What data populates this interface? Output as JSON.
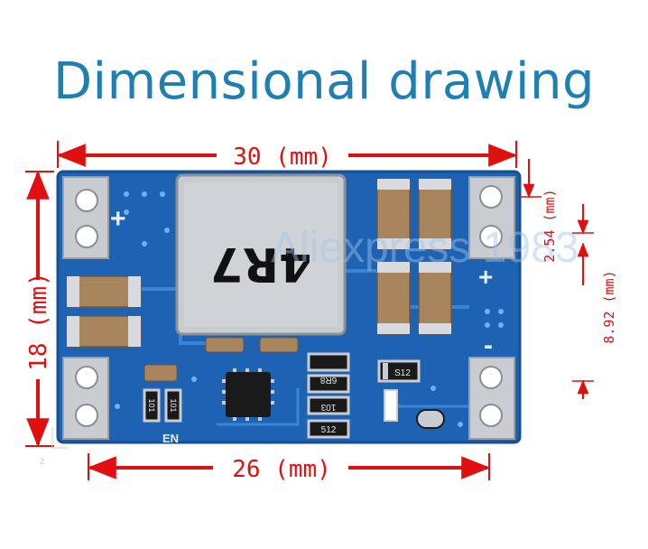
{
  "title": "Dimensional drawing",
  "dimensions": {
    "top_width": "30 (mm)",
    "bottom_width": "26 (mm)",
    "left_height": "18 (mm)",
    "right_pin_pitch": "2.54 (mm)",
    "right_pin_offset": "8.92 (mm)"
  },
  "board": {
    "inductor_marking": "4R7",
    "polarity_plus_left": "+",
    "polarity_plus_right": "+",
    "polarity_minus_right": "-",
    "enable_label": "EN",
    "resistor_marks": [
      "6R8",
      "103",
      "512",
      "101",
      "101"
    ],
    "diode_marking": "S12"
  },
  "watermark": "Aliexpress 1983",
  "axis_mark": "z",
  "colors": {
    "title": "#1f7fb3",
    "dimension": "#e01010",
    "pcb": "#1e63b3",
    "pcb_edge": "#154f96"
  }
}
